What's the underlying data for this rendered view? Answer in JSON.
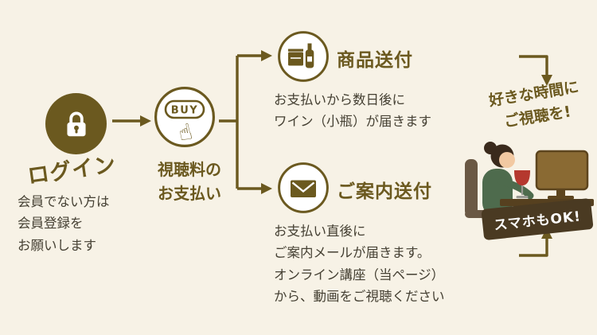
{
  "colors": {
    "background": "#f7f2e6",
    "accent": "#6b591f",
    "body_text": "#454033",
    "badge_bg": "#4a3a22",
    "badge_text": "#ffffff",
    "wine_red": "#b5382e"
  },
  "icons": {
    "buy_hand_glyph": "☝"
  },
  "flow": {
    "login": {
      "title": "ログイン",
      "note_line1": "会員でない方は",
      "note_line2": "会員登録を",
      "note_line3": "お願いします"
    },
    "payment": {
      "buy_label": "BUY",
      "title_line1": "視聴料の",
      "title_line2": "お支払い"
    },
    "shipping": {
      "title": "商品送付",
      "desc_line1": "お支払いから数日後に",
      "desc_line2": "ワイン（小瓶）が届きます"
    },
    "guidance": {
      "title": "ご案内送付",
      "desc_line1": "お支払い直後に",
      "desc_line2": "ご案内メールが届きます。",
      "desc_line3": "オンライン講座（当ページ）",
      "desc_line4": "から、動画をご視聴ください"
    },
    "viewing": {
      "headline_line1": "好きな時間に",
      "headline_line2": "ご視聴を!",
      "badge": "スマホもOK!"
    }
  }
}
